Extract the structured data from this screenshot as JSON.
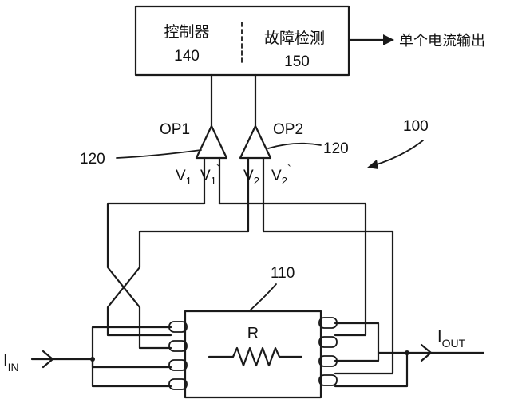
{
  "controller_box": {
    "left_label": "控制器",
    "left_number": "140",
    "right_label": "故障检测",
    "right_number": "150"
  },
  "output_label": "单个电流输出",
  "op1": {
    "label": "OP1",
    "ref": "120"
  },
  "op2": {
    "label": "OP2",
    "ref": "120"
  },
  "system_ref": "100",
  "voltages": {
    "v1": {
      "base": "V",
      "sub": "1",
      "prime": ""
    },
    "v1p": {
      "base": "V",
      "sub": "1",
      "prime": "`"
    },
    "v2": {
      "base": "V",
      "sub": "2",
      "prime": ""
    },
    "v2p": {
      "base": "V",
      "sub": "2",
      "prime": "`"
    }
  },
  "resistor": {
    "ref": "110",
    "label": "R"
  },
  "current_in": {
    "base": "I",
    "sub": "IN"
  },
  "current_out": {
    "base": "I",
    "sub": "OUT"
  }
}
